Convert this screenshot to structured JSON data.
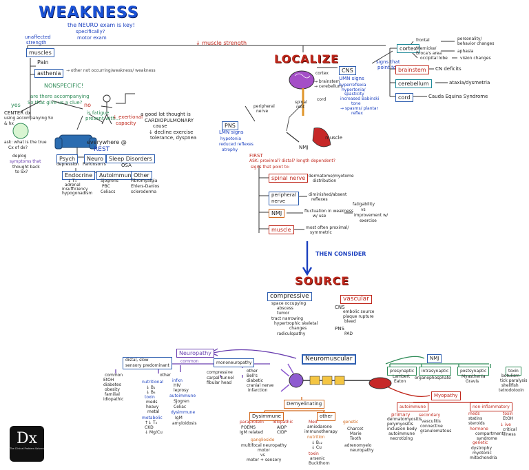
{
  "title": "WEAKNESS",
  "intro": [
    "the NEURO exam is key!",
    "specifically?",
    "motor exam"
  ],
  "unaffected": [
    "unaffected",
    "strength"
  ],
  "muscle_strength": "↓ muscle strength",
  "left": {
    "muscle_box": "muscles",
    "pain": "Pain",
    "asthenia": "asthenia",
    "asthenia_note": "→ other not occurring/weakness/ weakness",
    "nonspecific": "NONSPECIFIC!",
    "question": [
      "are there accompanying",
      "Sx that give us a clue?"
    ],
    "yes": "yes",
    "no": "no",
    "center": [
      "CENTER dx",
      "using accompanying Sx",
      "& hx"
    ],
    "ask": [
      "ask: what is the true",
      "Cx of dx?"
    ],
    "deplog": [
      "deplog",
      "symptoms that"
    ],
    "thought": [
      "thought back",
      "to Sx?"
    ],
    "fatigue_q": [
      "is fatigue",
      "present with..."
    ],
    "exertion": [
      "↓ exertional",
      "capacity"
    ],
    "good_lot": [
      "a good lot thought is",
      "CARDIOPULMONARY",
      "cause"
    ],
    "decline": [
      "↓ decline exercise",
      "tolerance, dyspnea"
    ],
    "everywhere": [
      "everywhere @",
      "REST"
    ],
    "psych": "Psych",
    "psych_sub": "depression",
    "neuro": "Neuro",
    "neuro_sub": "Parkinson's",
    "sleep": "Sleep Disorders",
    "sleep_sub": "OSA",
    "endocrine": "Endocrine",
    "endocrine_sub": [
      "↓ T₄",
      "adrenal",
      "insufficiency",
      "hypogonadism"
    ],
    "autoimmune": "Autoimmune",
    "autoimmune_sub": [
      "Sjogrens",
      "PBC",
      "Celiacs"
    ],
    "other": "Other",
    "other_sub": [
      "Fibromyalgia",
      "Ehlers-Danlos",
      "scleroderma"
    ]
  },
  "localize": {
    "title": "LOCALIZE",
    "cortex": "cortex",
    "brainstem_label": [
      "→ brainstem",
      "→ cerebellum"
    ],
    "cord": "cord",
    "spinal_roots": [
      "spinal",
      "root"
    ],
    "peripheral_nerve": [
      "peripheral",
      "nerve"
    ],
    "nmj": "NMJ",
    "muscle": "muscle",
    "cns_box": "CNS",
    "umn_signs": "UMN signs",
    "umn_list": [
      "hyperreflexia",
      "hypertonia/",
      "spasticity",
      "increased Babinski",
      "tone",
      "→ spasms/ plantar",
      "reflex"
    ],
    "signs_point": [
      "signs that",
      "point to"
    ],
    "pns_box": "PNS",
    "lmn_signs": "LMN signs",
    "lmn_list": [
      "hypotonia",
      "reduced reflexes",
      "atrophy"
    ],
    "cns_targets": {
      "cortex": "cortex",
      "frontal": "frontal",
      "frontal_out": [
        "personality/",
        "behavior changes"
      ],
      "wernicke": "Wernicke/",
      "broca": "Broca's area",
      "aphasia": "aphasia",
      "occipital": "occipital lobe",
      "vision": "vision changes",
      "brainstem": "brainstem",
      "cn": "CN deficits",
      "cerebellum": "cerebellum",
      "ataxia": "ataxia/dysmetria",
      "cord": "cord",
      "cauda": "Cauda Equina Syndrome"
    },
    "first": [
      "FIRST",
      "ASK: proximal? distal? length dependent?"
    ],
    "signs_point2": "signs that point to:",
    "spinal_nerve": "spinal nerve",
    "spinal_nerve_out": [
      "dermatome/myotome",
      "distribution"
    ],
    "peripheral_nerve_box": [
      "peripheral",
      "nerve"
    ],
    "peripheral_out": [
      "diminished/absent",
      "reflexes"
    ],
    "nmj_box": "NMJ",
    "nmj_out": [
      "fluctuation in weakness",
      "w/ use"
    ],
    "fatigability": [
      "fatigability",
      "vs",
      "improvement w/",
      "exercise"
    ],
    "muscle_box": "muscle",
    "muscle_out": [
      "most often proximal/",
      "symmetric"
    ]
  },
  "then_consider": "THEN CONSIDER",
  "source": {
    "title": "SOURCE",
    "compressive": "compressive",
    "compressive_list": [
      "space occupying",
      "abscess",
      "tumor",
      "tract narrowing",
      "hypertrophic skeletal",
      "changes",
      "radiculopathy"
    ],
    "vascular": "vascular",
    "vascular_list": [
      "CNS",
      "embolic source",
      "plaque rupture",
      "bleed",
      "PNS",
      "PAD"
    ]
  },
  "neuromuscular": {
    "title": "Neuromuscular",
    "neuropathy": "Neuropathy",
    "common": "common",
    "distal": [
      "distal, slow",
      "sensory predominant"
    ],
    "mononeuropathy": "mononeuropathy",
    "compressive": "compressive",
    "compressive_sub": [
      "carpal tunnel",
      "fibular head"
    ],
    "other_mono": "other",
    "other_mono_sub": [
      "Bell's",
      "diabetic",
      "cranial nerve",
      "infarction"
    ],
    "common2": "common",
    "common2_sub": [
      "EtOH",
      "diabetes",
      "obesity",
      "familial",
      "idiopathic"
    ],
    "other2": "other",
    "nutritional": "nutritional",
    "nutritional_sub": [
      "↓ B₁",
      "↓ B₆",
      "toxin",
      "meds",
      "heavy",
      "metal"
    ],
    "metabolic": "metabolic",
    "metabolic_sub": [
      "↑↓ T₄",
      "CKD",
      "↓ Mg/Cu"
    ],
    "infxn": "infxn",
    "infxn_sub": [
      "HIV",
      "leprosy"
    ],
    "autoimmune": "autoimmune",
    "autoimmune_sub": [
      "Sjogren",
      "Celiac"
    ],
    "dysimmune": "dysimmune",
    "dysimmune_sub": [
      "IgM",
      "amyloidosis"
    ],
    "demyelinating": "Demyelinating",
    "dysimmune_box": "Dysimmune",
    "paraprotein": "paraprotein",
    "paraprotein_sub": [
      "POEMS",
      "IgM related"
    ],
    "idiopathic": "idiopathic",
    "idiopathic_sub": [
      "AIDP",
      "CIDP"
    ],
    "other_demy": "other",
    "med": "Med",
    "med_sub": [
      "amiodarone",
      "immunotherapy"
    ],
    "nutrition": "nutrition",
    "nutrition_sub": [
      "↓ B₁₂",
      "↓ Cu"
    ],
    "toxin": "toxin",
    "toxin_sub": [
      "arsenic",
      "Buckthorn"
    ],
    "genetic": "genetic",
    "genetic_sub": [
      "Charcot",
      "Marie",
      "Tooth"
    ],
    "adreno": [
      "adrenomyelo",
      "neuropathy"
    ],
    "ganglio": "ganglioside",
    "ganglio_sub": [
      "multifocal neuropathy",
      "motor",
      "vs",
      "motor + sensory"
    ],
    "nmj": "NMJ",
    "presynaptic": "presynaptic",
    "presynaptic_sub": [
      "Lambert",
      "Eaton"
    ],
    "intrasynaptic": "intrasynaptic",
    "intrasynaptic_sub": "organophosphate",
    "postsynaptic": "postsynaptic",
    "postsynaptic_sub": [
      "Myasthenia",
      "Gravis"
    ],
    "toxin_nmj": "toxin",
    "toxin_nmj_sub": [
      "botulism",
      "tick paralysis",
      "shellfish",
      "tetrodotoxin"
    ],
    "myopathy": "Myopathy",
    "autoimmune_myo": "autoimmune",
    "primary": "primary",
    "primary_sub": [
      "dermatomyositis",
      "polymyositis",
      "inclusion body",
      "autoimmune",
      "necrotizing"
    ],
    "secondary": "secondary",
    "secondary_sub": [
      "vasculitis",
      "connective",
      "granulomatous"
    ],
    "non_inflam": "non-inflammatory",
    "meds": "meds",
    "meds_sub": [
      "statins",
      "steroids"
    ],
    "toxin_myo": "toxin",
    "toxin_myo_sub": "EtOH",
    "hormone": "hormone",
    "hormone_sub": [
      "compartment",
      "syndrome"
    ],
    "genetic_myo": "genetic",
    "genetic_myo_sub": [
      "dystrophy",
      "myotonic",
      "mitochondria"
    ],
    "ischemic": "↓ ive",
    "ischemic_sub": [
      "critical",
      "illness"
    ]
  },
  "logo": {
    "mark": "Dx",
    "sub": "The Clinical Problem Solvers"
  }
}
